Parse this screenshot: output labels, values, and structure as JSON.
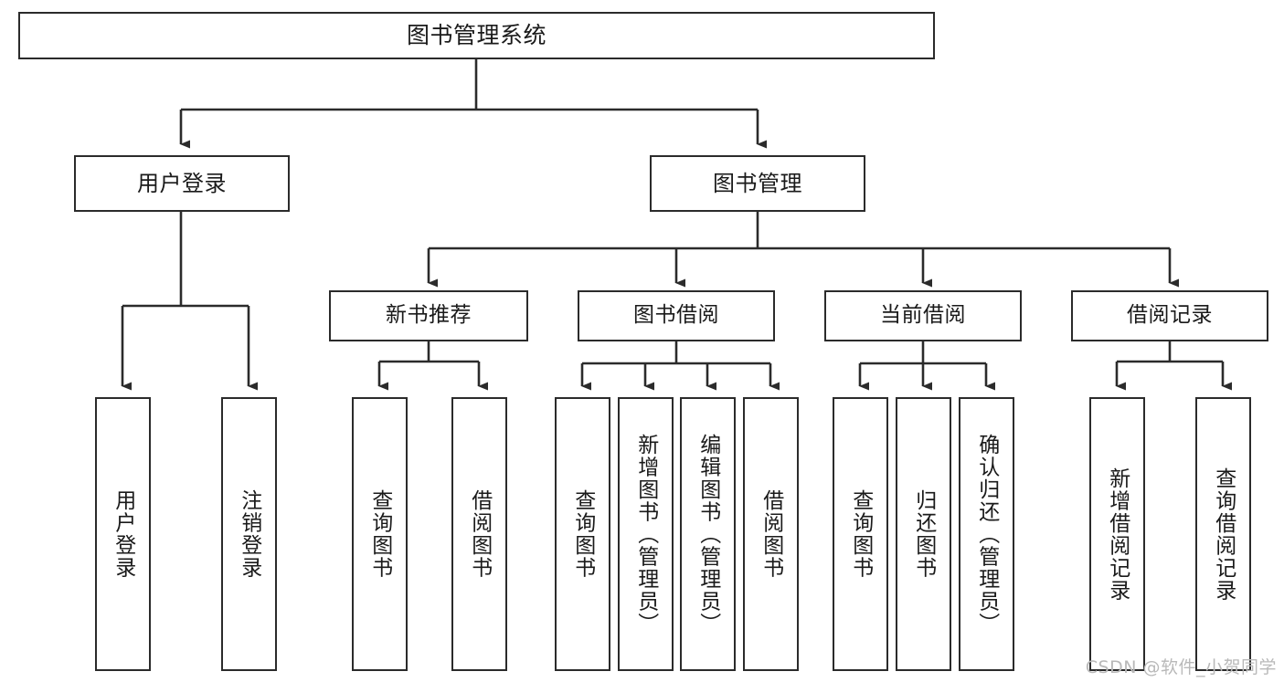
{
  "diagram": {
    "title": "图书管理系统",
    "watermark": "CSDN @软件_小贺同学",
    "stroke_color": "#2b2b2b",
    "text_color": "#1a1a1a",
    "background": "#ffffff",
    "nodes": {
      "root": {
        "label": "图书管理系统"
      },
      "level2": [
        {
          "id": "user-login",
          "label": "用户登录"
        },
        {
          "id": "book-manage",
          "label": "图书管理"
        }
      ],
      "level3": [
        {
          "id": "new-book-recommend",
          "label": "新书推荐"
        },
        {
          "id": "book-borrow",
          "label": "图书借阅"
        },
        {
          "id": "current-borrow",
          "label": "当前借阅"
        },
        {
          "id": "borrow-record",
          "label": "借阅记录"
        }
      ],
      "leaves": {
        "user-login": [
          {
            "id": "leaf-user-login",
            "label": "用户登录"
          },
          {
            "id": "leaf-user-logout",
            "label": "注销登录"
          }
        ],
        "new-book-recommend": [
          {
            "id": "leaf-query-book-1",
            "label": "查询图书"
          },
          {
            "id": "leaf-borrow-book-1",
            "label": "借阅图书"
          }
        ],
        "book-borrow": [
          {
            "id": "leaf-query-book-2",
            "label": "查询图书"
          },
          {
            "id": "leaf-add-book",
            "label": "新增图书（管理员）"
          },
          {
            "id": "leaf-edit-book",
            "label": "编辑图书（管理员）"
          },
          {
            "id": "leaf-borrow-book-2",
            "label": "借阅图书"
          }
        ],
        "current-borrow": [
          {
            "id": "leaf-query-book-3",
            "label": "查询图书"
          },
          {
            "id": "leaf-return-book",
            "label": "归还图书"
          },
          {
            "id": "leaf-confirm-return",
            "label": "确认归还（管理员）"
          }
        ],
        "borrow-record": [
          {
            "id": "leaf-add-record",
            "label": "新增借阅记录"
          },
          {
            "id": "leaf-query-record",
            "label": "查询借阅记录"
          }
        ]
      }
    }
  }
}
